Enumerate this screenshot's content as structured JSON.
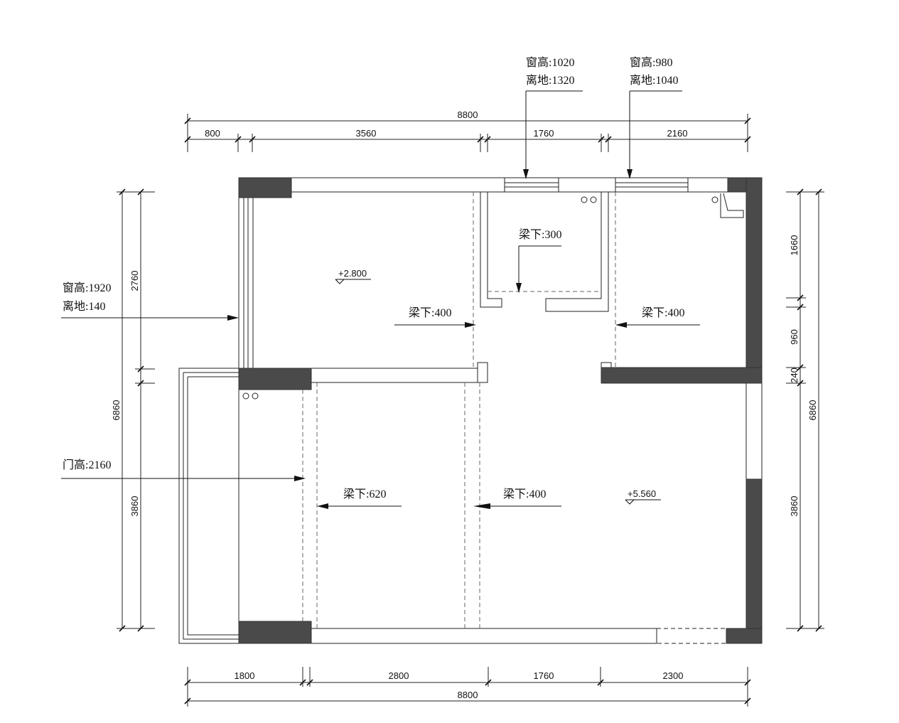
{
  "dimensions": {
    "top_total": "8800",
    "top_segments": [
      "800",
      "3560",
      "1760",
      "2160"
    ],
    "bottom_segments": [
      "1800",
      "2800",
      "1760",
      "2300"
    ],
    "bottom_total": "8800",
    "left_inner": [
      "2760",
      "3860"
    ],
    "left_total": "6860",
    "right_inner": [
      "1660",
      "960",
      "240",
      "3860"
    ],
    "right_total": "6860"
  },
  "window_notes": {
    "top_window_1": [
      "窗高:1020",
      "离地:1320"
    ],
    "top_window_2": [
      "窗高:980",
      "离地:1040"
    ],
    "left_window": [
      "窗高:1920",
      "离地:140"
    ],
    "door": "门高:2160"
  },
  "beam_notes": {
    "beam_300": "梁下:300",
    "beam_400_upper_left": "梁下:400",
    "beam_400_upper_right": "梁下:400",
    "beam_620": "梁下:620",
    "beam_400_lower": "梁下:400"
  },
  "elevations": {
    "upper_room": "+2.800",
    "lower_room": "+5.560"
  }
}
